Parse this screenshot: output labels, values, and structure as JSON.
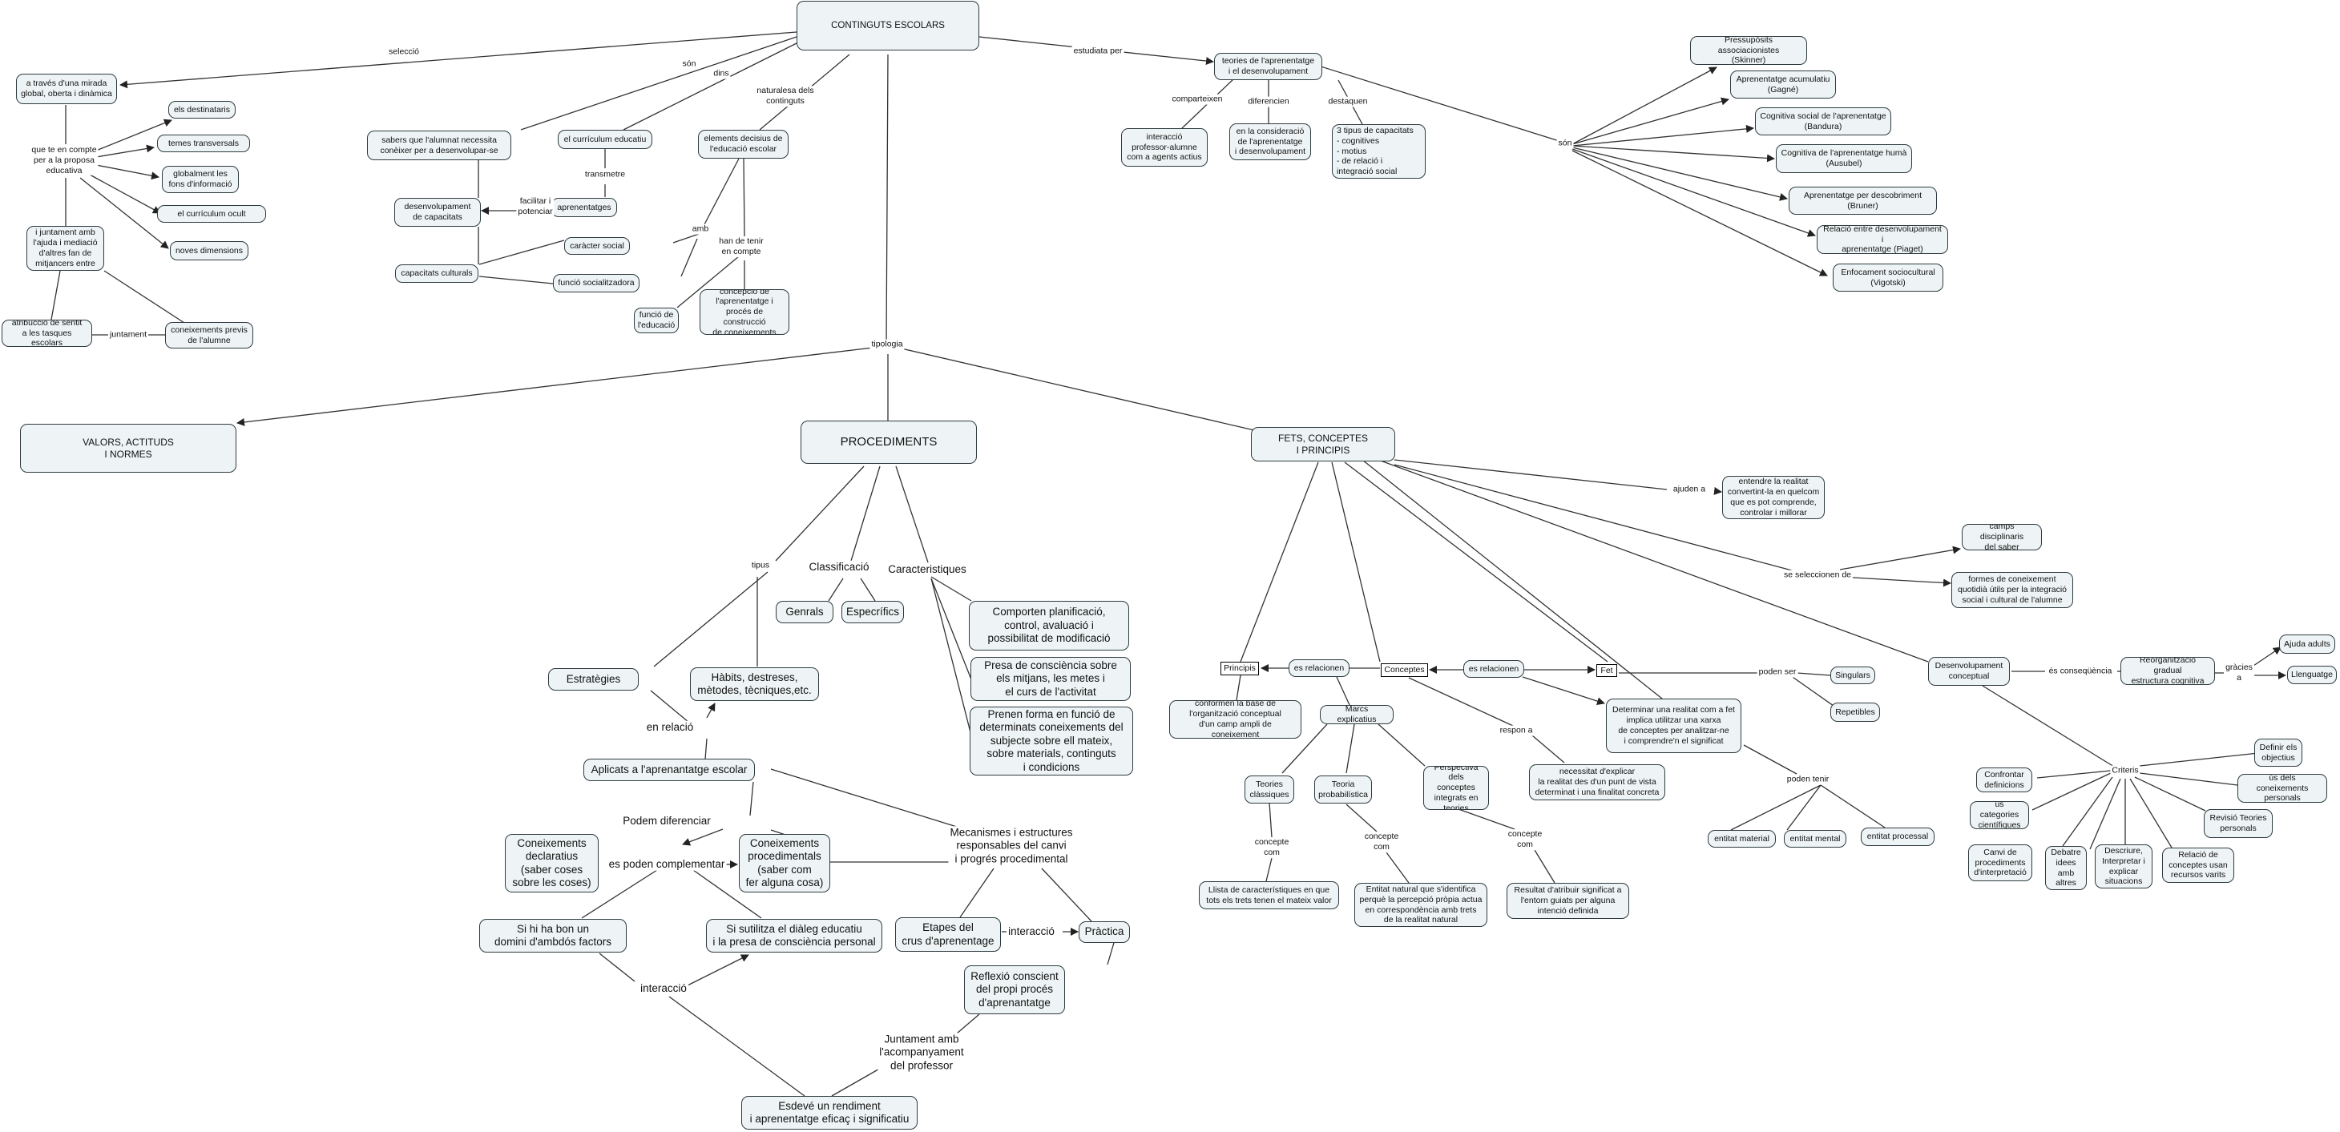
{
  "nodes": {
    "root": "CONTINGUTS ESCOLARS",
    "a_traves": "a través d'una mirada\nglobal, oberta i dinàmica",
    "destinataris": "els destinataris",
    "temes_transversals": "temes transversals",
    "globalment": "globalment les\nfons d'informació",
    "curriculum_ocult": "el currículum ocult",
    "noves_dimensions": "noves dimensions",
    "juntament_ajuda": "i juntament amb\nl'ajuda i mediació\nd'altres fan de\nmitjancers entre",
    "atribucio_sentit": "atribucció de sentit\na les tasques escolars",
    "coneixements_previs": "coneixements previs\nde l'alumne",
    "sabers": "sabers que l'alumnat necessita\nconèixer per a desenvolupar-se",
    "curriculum_educatiu": "el currículum educatiu",
    "elements_decisius": "elements decisius de\nl'educació escolar",
    "desenvolupament_capacitats": "desenvolupament\nde capacitats",
    "aprenentatges": "aprenentatges",
    "caracter_social": "caràcter social",
    "capacitats_culturals": "capacitats culturals",
    "funcio_socialitzadora": "funció socialitzadora",
    "funcio_educacio": "funció de\nl'educació",
    "concepcio_aprenentatge": "concepció de\nl'aprenentatge i\nprocés de construcció\nde coneixements",
    "teories": "teories de l'aprenentatge\ni el desenvolupament",
    "interaccio_prof": "interacció\nprofessor-alumne\ncom a agents actius",
    "consideracio": "en la consideració\nde l'aprenentatge\ni desenvolupament",
    "tres_tipus": "3 tipus de capacitats\n- cognitives\n- motius\n- de relació i\n  integració social",
    "skinner": "Pressupòsits associacionistes\n(Skinner)",
    "gagne": "Aprenentatge acumulatiu\n(Gagné)",
    "bandura": "Cognitiva social de l'aprenentatge\n(Bandura)",
    "ausubel": "Cognitiva de l'aprenentatge humà\n(Ausubel)",
    "bruner": "Aprenentatge per descobriment\n(Bruner)",
    "piaget": "Relació entre desenvolupament i\naprenentatge (Piaget)",
    "vigotski": "Enfocament sociocultural\n(Vigotski)",
    "valors": "VALORS, ACTITUDS\nI NORMES",
    "procediments": "PROCEDIMENTS",
    "fets": "FETS, CONCEPTES\nI PRINCIPIS",
    "genrals": "Genrals",
    "especifics": "Especrífics",
    "comporten": "Comporten planificació,\ncontrol, avaluació i\npossibilitat de modificació",
    "presa_consciencia": "Presa de consciència sobre\nels mitjans, les metes i\nel curs de l'activitat",
    "prenen_forma": "Prenen forma en funció de\ndeterminats coneixements del\nsubjecte sobre ell mateix,\nsobre materials, continguts\ni condicions",
    "estrategies": "Estratègies",
    "habits": "Hàbits, destreses,\nmètodes, tècniques,etc.",
    "aplicats": "Aplicats a l'aprenantatge escolar",
    "declaratius": "Coneixements\ndeclaratius\n(saber coses\nsobre les coses)",
    "procedimentals": "Coneixements\nprocedimentals\n(saber com\nfer alguna cosa)",
    "si_hi_ha": "Si hi ha bon un\ndomini d'ambdós factors",
    "si_sutilitza": "Si sutilitza el diàleg educatiu\ni la presa de consciència personal",
    "etapes": "Etapes del\ncrus d'aprenentage",
    "practica": "Pràctica",
    "reflexio": "Reflexió conscient\ndel propi procés\nd'aprenantatge",
    "esdeve": "Esdevé un rendiment\ni aprenentatge eficaç i significatiu",
    "entendre": "entendre la realitat\nconvertint-la en quelcom\nque es pot comprende,\ncontrolar i millorar",
    "camps": "camps disciplinaris\ndel saber",
    "formes": "formes de coneixement\nquotidià útils per la integració\nsocial i cultural de l'alumne",
    "principis": "Principis",
    "conceptes": "Conceptes",
    "fet": "Fet",
    "es_relacionen_1": "es relacionen",
    "es_relacionen_2": "es relacionen",
    "conformen": "conformen la base de\nl'organització conceptual\nd'un camp ampli de coneixement",
    "marcs": "Marcs explicatius",
    "teories_classiques": "Teories\nclàssiques",
    "teoria_probabilistica": "Teoria\nprobabilística",
    "perspectiva": "Perspectiva\ndels conceptes\nintegrats en\nteories",
    "llista": "Llista de característiques en que\ntots els trets tenen el mateix valor",
    "entitat_natural": "Entitat natural que s'identifica\nperquè la percepció pròpia actua\nen correspondència amb trets\nde la realitat natural",
    "resultat": "Resultat d'atribuir significat a\nl'entorn guiats per alguna\nintenció definida",
    "necessitat": "necessitat d'explicar\nla realitat des d'un punt de vista\ndeterminat i una finalitat concreta",
    "determinar": "Determinar una realitat com a fet\nimplica utilitzar una xarxa\nde conceptes per analitzar-ne\ni comprendre'n el significat",
    "singulars": "Singulars",
    "repetibles": "Repetibles",
    "entitat_material": "entitat material",
    "entitat_mental": "entitat mental",
    "entitat_processal": "entitat processal",
    "desenvolupament_conceptual": "Desenvolupament\nconceptual",
    "reorganitzacio": "Reorganització gradual\nestructura cognitiva",
    "ajuda_adults": "Ajuda adults",
    "llenguatge": "Llenguatge",
    "criteris": "Criteris",
    "confrontar": "Confrontar\ndefinicions",
    "us_categories": "ús categories\ncientífiques",
    "canvi_procediments": "Canvi de\nprocediments\nd'interpretació",
    "debatre": "Debatre\nidees\namb\naltres",
    "descriure": "Descriure,\nInterpretar i\nexplicar\nsituacions",
    "relacio_conceptes": "Relació de\nconceptes usan\nrecursos varits",
    "revisio": "Revisió Teories\npersonals",
    "us_coneixements": "ús dels coneixements\npersonals",
    "definir": "Definir els\nobjectius"
  },
  "labels": {
    "seleccio": "selecció",
    "son_1": "són",
    "dins": "dins",
    "naturalesa": "naturalesa dels\ncontinguts",
    "estudiata": "estudiata per",
    "que_te_en_compte": "que te en compte\nper a la proposa\neducativa",
    "juntament": "juntament",
    "transmetre": "transmetre",
    "facilitar": "facilitar i\npotenciar",
    "amb": "amb",
    "han_de_tenir": "han de tenir\nen compte",
    "comparteixen": "comparteixen",
    "diferencien": "diferencien",
    "destaquen": "destaquen",
    "son_2": "són",
    "tipologia": "tipologia",
    "tipus": "tipus",
    "classificacio": "Classificació",
    "caracteristiques": "Caracteristiques",
    "en_relacio": "en relació",
    "podem_diferenciar": "Podem diferenciar",
    "es_poden_complementar": "es poden complementar",
    "mecanismes": "Mecanismes i estructures\nresponsables del canvi\ni progrés procedimental",
    "interaccio_1": "interacció",
    "interaccio_2": "interacció",
    "juntament_amb": "Juntament amb\nl'acompanyament\ndel professor",
    "ajuden_a": "ajuden a",
    "se_seleccionen": "se seleccionen de",
    "respon_a": "respon a",
    "poden_ser": "poden ser",
    "poden_tenir": "poden tenir",
    "concepte_com_1": "concepte\ncom",
    "concepte_com_2": "concepte\ncom",
    "concepte_com_3": "concepte\ncom",
    "es_consequencia": "és conseqüència",
    "gracies_a": "gràcies\na"
  },
  "colors": {
    "node_fill": "#eef4f5",
    "node_border": "#2e3b40",
    "line": "#333333",
    "background": "#ffffff"
  }
}
